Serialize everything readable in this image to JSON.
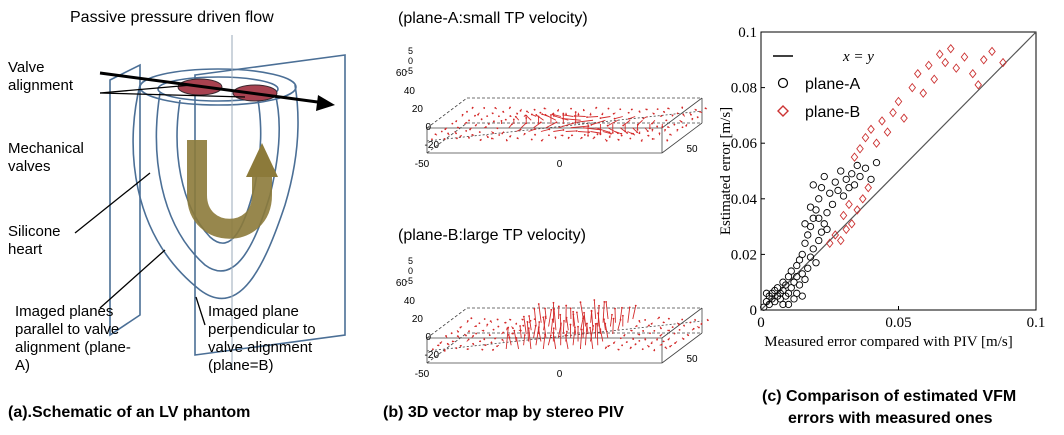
{
  "panel_a": {
    "title": "Passive pressure driven flow",
    "labels": {
      "valve_alignment": "Valve alignment",
      "mechanical_valves": "Mechanical valves",
      "silicone_heart": "Silicone heart",
      "imaged_planes_parallel": "Imaged planes parallel to valve alignment (plane-A)",
      "imaged_plane_perpendicular": "Imaged plane perpendicular to valve alignment (plane=B)"
    },
    "caption": "(a).Schematic of an LV  phantom"
  },
  "panel_b": {
    "top_title": "(plane-A:small TP velocity)",
    "bottom_title": "(plane-B:large TP velocity)",
    "top_axis_ticks": {
      "z": [
        "5",
        "0",
        "-5"
      ],
      "y": [
        "60",
        "40",
        "20",
        "0",
        "-20"
      ],
      "x": [
        "-50",
        "0",
        "50"
      ]
    },
    "bottom_axis_ticks": {
      "z": [
        "5",
        "0",
        "-5"
      ],
      "y": [
        "60",
        "40",
        "20",
        "0",
        "-20"
      ],
      "x": [
        "-50",
        "0",
        "50"
      ]
    },
    "vector_color": "#d42a2a",
    "caption": "(b) 3D vector map by stereo PIV"
  },
  "panel_c": {
    "caption_line1": "(c) Comparison of estimated VFM",
    "caption_line2": "errors with measured ones"
  },
  "chart_data": {
    "type": "scatter",
    "xlabel": "Measured error compared with PIV [m/s]",
    "ylabel": "Estimated error [m/s]",
    "xlim": [
      0,
      0.1
    ],
    "ylim": [
      0,
      0.1
    ],
    "x_ticks": [
      "0",
      "0.05",
      "0.1"
    ],
    "y_ticks": [
      "0",
      "0.02",
      "0.04",
      "0.06",
      "0.08",
      "0.1"
    ],
    "legend_position": "top-left",
    "series": [
      {
        "name": "x = y",
        "kind": "line",
        "color": "#555555",
        "points": [
          [
            0,
            0
          ],
          [
            0.1,
            0.1
          ]
        ]
      },
      {
        "name": "plane-A",
        "kind": "circle",
        "color": "#000000",
        "points": [
          [
            0.001,
            0.001
          ],
          [
            0.002,
            0.003
          ],
          [
            0.003,
            0.002
          ],
          [
            0.003,
            0.005
          ],
          [
            0.004,
            0.004
          ],
          [
            0.004,
            0.006
          ],
          [
            0.005,
            0.003
          ],
          [
            0.005,
            0.007
          ],
          [
            0.006,
            0.005
          ],
          [
            0.006,
            0.008
          ],
          [
            0.007,
            0.004
          ],
          [
            0.007,
            0.006
          ],
          [
            0.008,
            0.007
          ],
          [
            0.008,
            0.01
          ],
          [
            0.009,
            0.005
          ],
          [
            0.009,
            0.009
          ],
          [
            0.01,
            0.006
          ],
          [
            0.01,
            0.012
          ],
          [
            0.011,
            0.008
          ],
          [
            0.011,
            0.014
          ],
          [
            0.012,
            0.01
          ],
          [
            0.012,
            0.004
          ],
          [
            0.013,
            0.012
          ],
          [
            0.013,
            0.016
          ],
          [
            0.014,
            0.009
          ],
          [
            0.014,
            0.018
          ],
          [
            0.015,
            0.013
          ],
          [
            0.015,
            0.02
          ],
          [
            0.016,
            0.011
          ],
          [
            0.016,
            0.024
          ],
          [
            0.017,
            0.015
          ],
          [
            0.017,
            0.027
          ],
          [
            0.018,
            0.019
          ],
          [
            0.018,
            0.03
          ],
          [
            0.019,
            0.022
          ],
          [
            0.019,
            0.033
          ],
          [
            0.02,
            0.017
          ],
          [
            0.02,
            0.036
          ],
          [
            0.021,
            0.025
          ],
          [
            0.021,
            0.04
          ],
          [
            0.022,
            0.028
          ],
          [
            0.022,
            0.044
          ],
          [
            0.023,
            0.031
          ],
          [
            0.023,
            0.048
          ],
          [
            0.024,
            0.035
          ],
          [
            0.025,
            0.042
          ],
          [
            0.026,
            0.038
          ],
          [
            0.027,
            0.046
          ],
          [
            0.028,
            0.043
          ],
          [
            0.029,
            0.05
          ],
          [
            0.03,
            0.041
          ],
          [
            0.031,
            0.047
          ],
          [
            0.032,
            0.044
          ],
          [
            0.033,
            0.049
          ],
          [
            0.034,
            0.045
          ],
          [
            0.035,
            0.052
          ],
          [
            0.036,
            0.048
          ],
          [
            0.038,
            0.051
          ],
          [
            0.04,
            0.047
          ],
          [
            0.042,
            0.053
          ],
          [
            0.002,
            0.006
          ],
          [
            0.008,
            0.002
          ],
          [
            0.01,
            0.002
          ],
          [
            0.013,
            0.006
          ],
          [
            0.015,
            0.005
          ],
          [
            0.016,
            0.031
          ],
          [
            0.018,
            0.037
          ],
          [
            0.019,
            0.045
          ],
          [
            0.021,
            0.033
          ],
          [
            0.024,
            0.029
          ]
        ]
      },
      {
        "name": "plane-B",
        "kind": "diamond",
        "color": "#cc3333",
        "points": [
          [
            0.025,
            0.024
          ],
          [
            0.027,
            0.027
          ],
          [
            0.029,
            0.025
          ],
          [
            0.03,
            0.034
          ],
          [
            0.031,
            0.029
          ],
          [
            0.032,
            0.038
          ],
          [
            0.033,
            0.031
          ],
          [
            0.034,
            0.055
          ],
          [
            0.035,
            0.036
          ],
          [
            0.036,
            0.058
          ],
          [
            0.037,
            0.04
          ],
          [
            0.038,
            0.062
          ],
          [
            0.039,
            0.044
          ],
          [
            0.04,
            0.065
          ],
          [
            0.042,
            0.06
          ],
          [
            0.044,
            0.068
          ],
          [
            0.046,
            0.064
          ],
          [
            0.048,
            0.071
          ],
          [
            0.05,
            0.075
          ],
          [
            0.052,
            0.069
          ],
          [
            0.055,
            0.08
          ],
          [
            0.057,
            0.085
          ],
          [
            0.059,
            0.078
          ],
          [
            0.061,
            0.088
          ],
          [
            0.063,
            0.083
          ],
          [
            0.065,
            0.092
          ],
          [
            0.067,
            0.089
          ],
          [
            0.069,
            0.094
          ],
          [
            0.071,
            0.087
          ],
          [
            0.074,
            0.091
          ],
          [
            0.077,
            0.085
          ],
          [
            0.079,
            0.081
          ],
          [
            0.081,
            0.09
          ],
          [
            0.084,
            0.093
          ],
          [
            0.088,
            0.089
          ]
        ]
      }
    ]
  }
}
